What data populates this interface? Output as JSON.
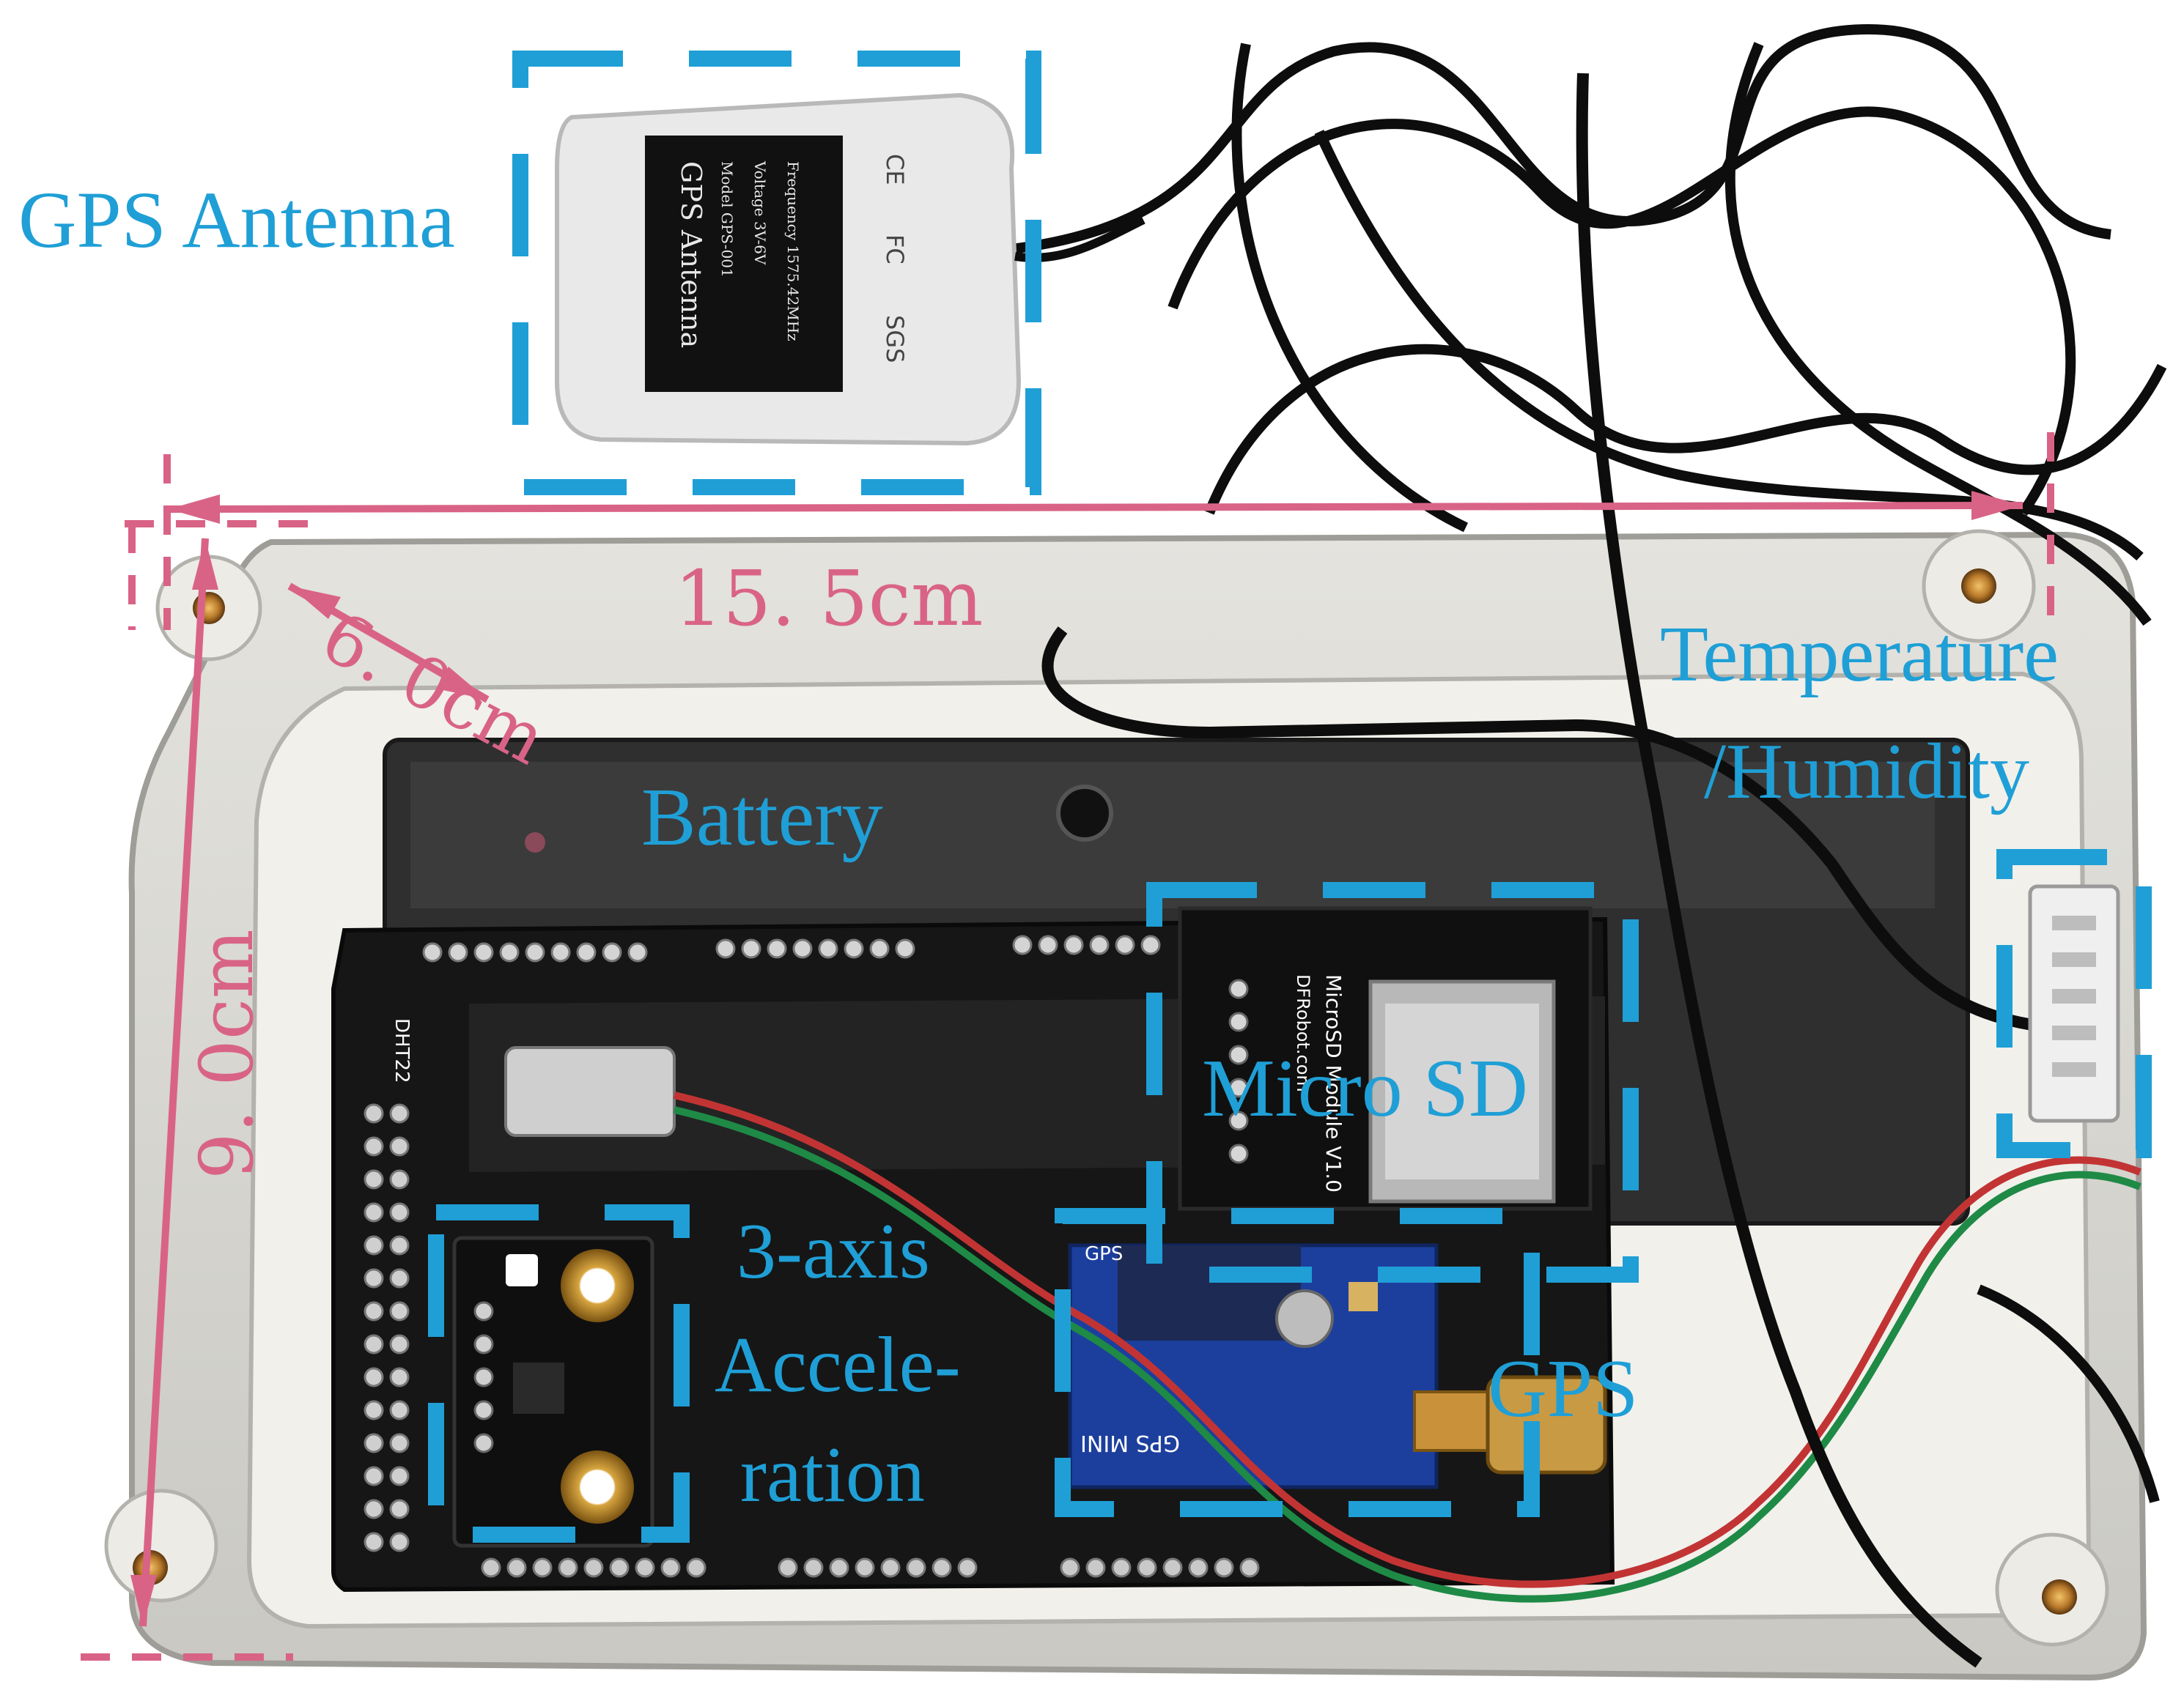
{
  "labels": {
    "gps_antenna": "GPS Antenna",
    "battery": "Battery",
    "temperature_line1": "Temperature",
    "temperature_line2": "/Humidity",
    "micro_sd": "Micro SD",
    "accel_line1": "3-axis",
    "accel_line2": "Accele-",
    "accel_line3": "ration",
    "gps": "GPS"
  },
  "dimensions": {
    "length": "15. 5cm",
    "depth": "6. 0cm",
    "width": "9. 0cm"
  },
  "antenna_sticker": {
    "title": "GPS Antenna",
    "line1": "Model GPS-001",
    "line2": "Voltage 3V-6V",
    "line3": "Frequency 1575.42MHz",
    "mark1": "CE",
    "mark2": "FC",
    "mark3": "SGS"
  },
  "board_text": {
    "sd_module": "MicroSD Module V1.0",
    "dfrobot": "DFRobot.com",
    "gps_mini": "GPS MINI",
    "gps_board": "GPS",
    "dht": "DHT22"
  },
  "colors": {
    "label_blue": "#1f9fd6",
    "dimension_pink": "#d96387",
    "enclosure": "#d9d8d3",
    "board": "#1a1a1a",
    "battery": "#2b2b2b",
    "cable": "#0d0d0d"
  }
}
